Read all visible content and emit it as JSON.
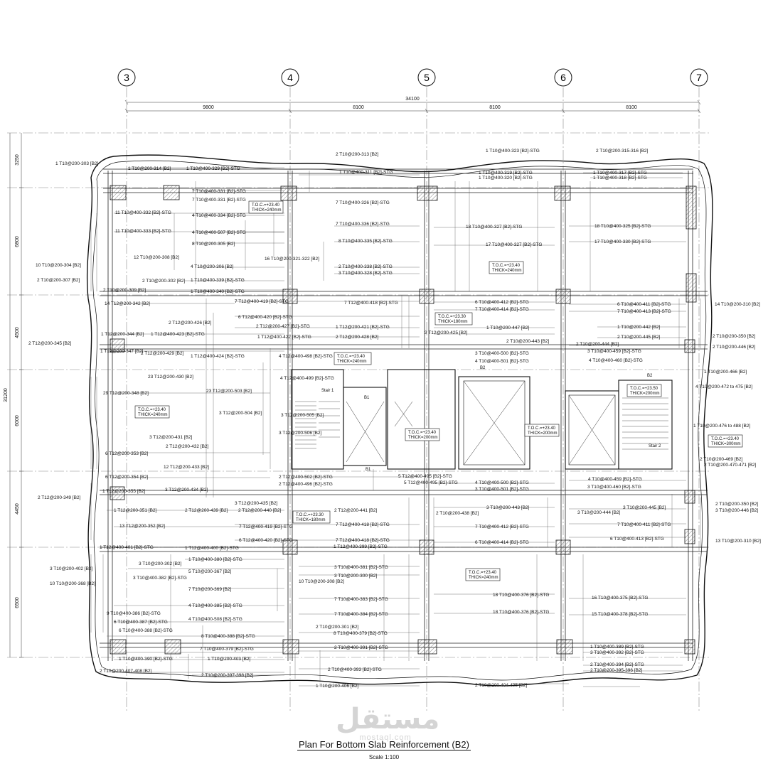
{
  "grid": {
    "axes": [
      "3",
      "4",
      "5",
      "6",
      "7"
    ],
    "overall_dimension": "34100",
    "spans": [
      "9800",
      "8100",
      "8100",
      "8100"
    ],
    "left_overall": "31200",
    "left_spans": [
      "3250",
      "6800",
      "4500",
      "6000",
      "4450",
      "6500"
    ]
  },
  "toc_notes": [
    {
      "a": "T.O.C.=+23.40",
      "b": "THICK=240mm"
    },
    {
      "a": "T.O.C.=+23.40",
      "b": "THICK=240mm"
    },
    {
      "a": "T.O.C.=+23.30",
      "b": "THICK=180mm"
    },
    {
      "a": "T.O.C.=+23.40",
      "b": "THICK=240mm"
    },
    {
      "a": "T.O.C.=+23.40",
      "b": "THICK=240mm"
    },
    {
      "a": "T.O.C.=+23.50",
      "b": "THICK=200mm"
    },
    {
      "a": "T.O.C.=+23.40",
      "b": "THICK=200mm"
    },
    {
      "a": "T.O.C.=+23.40",
      "b": "THICK=200mm"
    },
    {
      "a": "T.O.C.=+23.40",
      "b": "THICK=300mm"
    },
    {
      "a": "T.O.C.=+23.30",
      "b": "THICK=180mm"
    },
    {
      "a": "T.O.C.=+23.40",
      "b": "THICK=240mm"
    }
  ],
  "rebar_labels": [
    "1 T10@200-303 [B2]",
    "1 T10@200-314 [B2]",
    "1 T10@400-329 [B2]-STG",
    "2 T10@200-313 [B2]",
    "1 T10@400-323 [B2]-STG",
    "2 T10@200-315-316 [B2]",
    "1 T10@400-311 [B2]-STG",
    "1 T10@400-319 [B2]-STG",
    "1 T10@400-317 [B2]-STG",
    "1 T10@400-320 [B2]-STG",
    "1 T10@400-318 [B2]-STG",
    "7 T10@400-331 [B2]-STG",
    "7 T10@400-331 [B2]-STG",
    "7 T10@400-326 [B2]-STG",
    "11 T10@400-332 [B2]-STG",
    "4 T10@400-334 [B2]-STG",
    "7 T10@400-336 [B2]-STG",
    "18 T10@400-327 [B2]-STG",
    "18 T10@400-325 [B2]-STG",
    "11 T10@400-333 [B2]-STG",
    "4 T10@400-507 [B2]-STG",
    "8 T10@400-335 [B2]-STG",
    "17 T10@400-327 [B2]-STG",
    "17 T10@400-330 [B2]-STG",
    "8 T10@200-305 [B2]",
    "12 T10@200-308 [B2]",
    "16 T10@200-321-322 [B2]",
    "10 T10@200-304 [B2]",
    "4 T10@200-306 [B2]",
    "2 T10@400-338 [B2]-STG",
    "3 T10@400-328 [B2]-STG",
    "2 T10@200-307 [B2]",
    "2 T10@200-302 [B2]",
    "1 T10@400-339 [B2]-STG",
    "2 T10@200-309 [B2]",
    "1 T10@400-340 [B2]-STG",
    "7 T12@400-419 [B2]-STG",
    "6 T10@400-412 [B2]-STG",
    "6 T10@400-411 [B2]-STG",
    "14 T10@200-310 [B2]",
    "14 T12@200-342 [B2]",
    "6 T12@400-420 [B2]-STG",
    "7 T12@400-418 [B2]-STG",
    "7 T10@400-414 [B2]-STG",
    "7 T10@400-413 [B2]-STG",
    "2 T12@200-426 [B2]",
    "2 T12@200-427 [B2]-STG",
    "1 T12@200-421 [B2]-STG",
    "1 T10@200-447 [B2]",
    "1 T10@200-442 [B2]",
    "1 T12@200-344 [B2]",
    "1 T12@400-423 [B2]-STG",
    "1 T12@400-422 [B2]-STG",
    "2 T12@200-428 [B2]",
    "3 T12@200-425 [B2]",
    "2 T10@200-445 [B2]",
    "2 T10@200-350 [B2]",
    "2 T12@200-345 [B2]",
    "2 T10@200-443 [B2]",
    "2 T10@200-444 [B2]",
    "2 T10@200-446 [B2]",
    "1 T12@200-347 [B2]",
    "2 T12@200-429 [B2]",
    "1 T12@400-424 [B2]-STG",
    "4 T12@400-498 [B2]-STG",
    "3 T10@400-500 [B2]-STG",
    "3 T10@400-459 [B2]-STG",
    "4 T10@400-501 [B2]-STG",
    "4 T10@400-460 [B2]-STG",
    "1 T10@200-466 [B2]",
    "23 T12@200-430 [B2]",
    "4 T12@400-499 [B2]-STG",
    "4 T10@200-472 to 475 [B2]",
    "29 T12@200-348 [B2]",
    "23 T12@200-503 [B2]",
    "1 T10@200-476 to 488 [B2]",
    "3 T12@200-504 [B2]",
    "3 T12@200-505 [B2]",
    "3 T12@200-431 [B2]",
    "3 T12@200-506 [B2]",
    "2 T12@200-432 [B2]",
    "6 T12@200-353 [B2]",
    "12 T12@200-433 [B2]",
    "2 T10@200-469 [B2]",
    "2 T10@200-470-471 [B2]",
    "2 T12@400-502 [B2]-STG",
    "5 T12@400-495 [B2]-STG",
    "4 T10@400-500 [B2]-STG",
    "4 T10@400-459 [B2]-STG",
    "6 T12@200-354 [B2]",
    "2 T12@400-496 [B2]-STG",
    "5 T12@400-495 [B2]-STG",
    "3 T10@400-501 [B2]-STG",
    "3 T10@400-460 [B2]-STG",
    "2 T12@200-349 [B2]",
    "1 T12@200-355 [B2]",
    "3 T12@200-434 [B2]",
    "3 T12@200-435 [B2]",
    "2 T10@200-350 [B2]",
    "1 T12@200-351 [B2]",
    "2 T12@200-439 [B2]",
    "2 T12@200-440 [B2]",
    "2 T12@200-441 [B2]",
    "2 T10@200-438 [B2]",
    "3 T10@200-443 [B2]",
    "3 T10@200-444 [B2]",
    "3 T10@200-445 [B2]",
    "3 T10@200-446 [B2]",
    "13 T12@200-352 [B2]",
    "7 T12@400-419 [B2]-STG",
    "7 T12@400-418 [B2]-STG",
    "7 T10@400-412 [B2]-STG",
    "7 T10@400-411 [B2]-STG",
    "6 T12@400-420 [B2]-STG",
    "7 T12@400-418 [B2]-STG",
    "6 T10@400-414 [B2]-STG",
    "6 T10@400-413 [B2]-STG",
    "13 T10@200-310 [B2]",
    "1 T12@400-401 [B2]-STG",
    "1 T12@400-400 [B2]-STG",
    "1 T12@400-399 [B2]-STG",
    "3 T10@200-402 [B2]",
    "1 T10@400-380 [B2]-STG",
    "3 T10@200-302 [B2]",
    "3 T10@400-381 [B2]-STG",
    "10 T10@200-368 [B2]",
    "5 T10@200-367 [B2]",
    "3 T10@400-382 [B2]-STG",
    "10 T10@200-308 [B2]",
    "3 T10@200-300 [B2]",
    "7 T10@200-369 [B2]",
    "7 T10@400-383 [B2]-STG",
    "18 T10@400-376 [B2]-STG",
    "16 T10@400-375 [B2]-STG",
    "9 T10@400-386 [B2]-STG",
    "4 T10@400-385 [B2]-STG",
    "7 T10@400-384 [B2]-STG",
    "18 T10@400-376 [B2]-STG",
    "15 T10@400-378 [B2]-STG",
    "6 T10@400-387 [B2]-STG",
    "4 T10@400-508 [B2]-STG",
    "2 T10@200-301 [B2]",
    "8 T10@400-379 [B2]-STG",
    "6 T10@400-388 [B2]-STG",
    "8 T10@400-388 [B2]-STG",
    "7 T10@400-379 [B2]-STG",
    "2 T10@400-391 [B2]-STG",
    "1 T10@400-389 [B2]-STG",
    "3 T10@400-392 [B2]-STG",
    "1 T10@400-390 [B2]-STG",
    "1 T10@200-403 [B2]",
    "2 T10@400-393 [B2]-STG",
    "2 T10@400-394 [B2]-STG",
    "2 T10@200-407-408 [B2]",
    "2 T10@200-395-396 [B2]",
    "2 T10@200-397-398 [B2]",
    "2 T10@200-404-405 [B2]",
    "1 T10@200-406 [B2]"
  ],
  "room_labels": [
    "Stair 1",
    "Stair 2",
    "B1",
    "B1",
    "B2",
    "B2"
  ],
  "watermark": {
    "ar": "مستقل",
    "en": "mostaql.com"
  },
  "title": "Plan For Bottom Slab Reinforcement (B2)",
  "scale": "Scale 1:100"
}
